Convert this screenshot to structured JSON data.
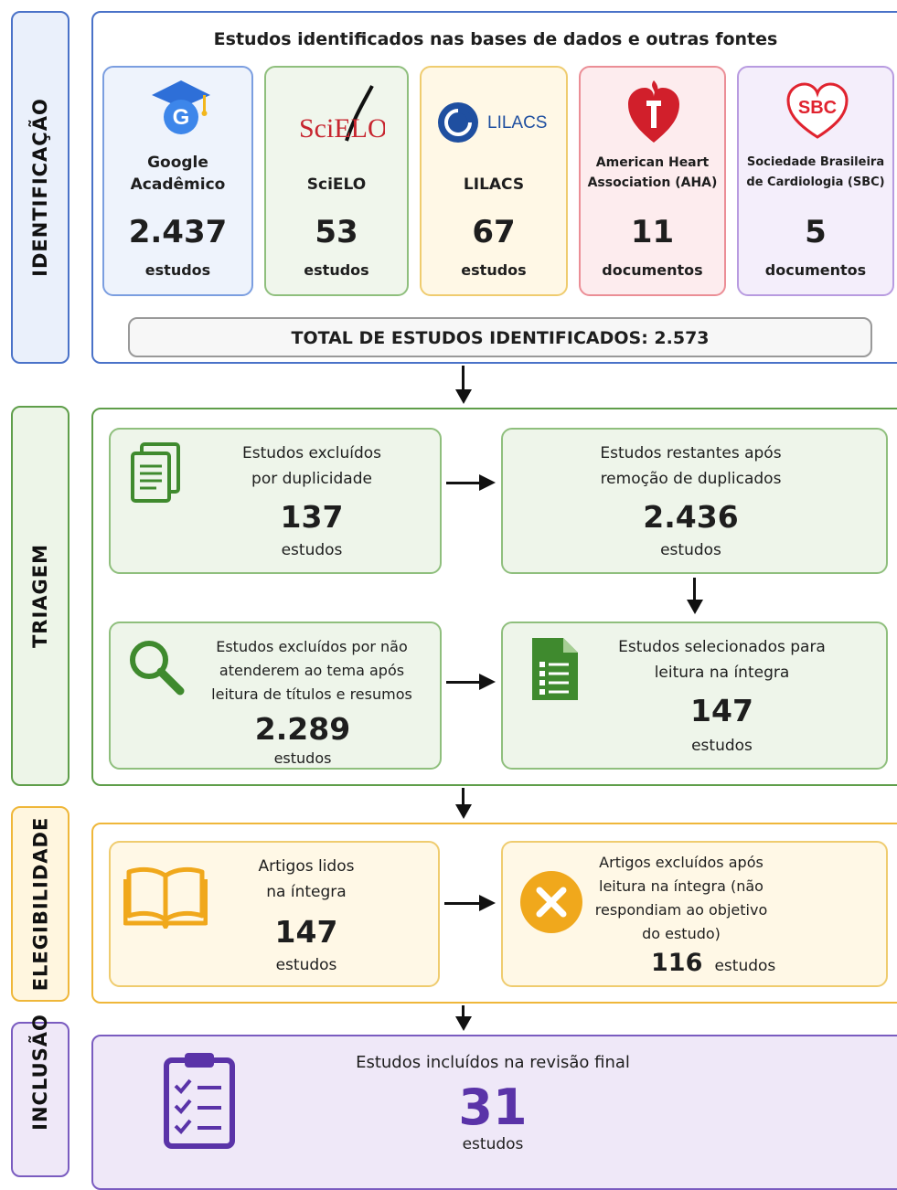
{
  "colors": {
    "id_border": "#4a72c8",
    "triage_border": "#5f9e4a",
    "elig_border": "#efb73a",
    "incl_border": "#7a5cc0",
    "google_bg": "#eef3fc",
    "scielo_bg": "#f0f6ec",
    "lilacs_bg": "#fff8e6",
    "aha_bg": "#fdecee",
    "sbc_bg": "#f4eefb",
    "triage_card_bg": "#eef5ea",
    "elig_card_bg": "#fff8e6",
    "incl_bg": "#efe8f8"
  },
  "labels": {
    "identificacao": "IDENTIFICAÇÃO",
    "triagem": "TRIAGEM",
    "elegibilidade": "ELEGIBILIDADE",
    "inclusao": "INCLUSÃO"
  },
  "identificacao": {
    "header": "Estudos identificados nas bases de dados e outras fontes",
    "sources": [
      {
        "icon": "graduation-cap-g-icon",
        "name_line1": "Google",
        "name_line2": "Acadêmico",
        "count": "2.437",
        "unit": "estudos"
      },
      {
        "icon": "scielo-logo-icon",
        "logo_text": "SciELO",
        "name_line1": "SciELO",
        "name_line2": "",
        "count": "53",
        "unit": "estudos"
      },
      {
        "icon": "lilacs-logo-icon",
        "logo_text": "LILACS",
        "name_line1": "LILACS",
        "name_line2": "",
        "count": "67",
        "unit": "estudos"
      },
      {
        "icon": "heart-torch-icon",
        "name_line1": "American Heart",
        "name_line2": "Association (AHA)",
        "count": "11",
        "unit": "documentos"
      },
      {
        "icon": "sbc-heart-logo-icon",
        "logo_text": "SBC",
        "name_line1": "Sociedade Brasileira",
        "name_line2": "de Cardiologia (SBC)",
        "count": "5",
        "unit": "documentos"
      }
    ],
    "total": "TOTAL DE ESTUDOS IDENTIFICADOS: 2.573"
  },
  "triagem": {
    "dup_excluded": {
      "icon": "documents-icon",
      "line1": "Estudos excluídos",
      "line2": "por duplicidade",
      "count": "137",
      "unit": "estudos"
    },
    "remaining": {
      "line1": "Estudos restantes após",
      "line2": "remoção de duplicados",
      "count": "2.436",
      "unit": "estudos"
    },
    "topic_excluded": {
      "icon": "magnifier-icon",
      "line1": "Estudos excluídos por não",
      "line2": "atenderem ao tema após",
      "line3": "leitura de títulos e resumos",
      "count": "2.289",
      "unit": "estudos"
    },
    "selected": {
      "icon": "checklist-sheet-icon",
      "line1": "Estudos selecionados para",
      "line2": "leitura na íntegra",
      "count": "147",
      "unit": "estudos"
    }
  },
  "elegibilidade": {
    "read": {
      "icon": "open-book-icon",
      "line1": "Artigos lidos",
      "line2": "na íntegra",
      "count": "147",
      "unit": "estudos"
    },
    "excluded": {
      "icon": "x-circle-icon",
      "line1": "Artigos excluídos após",
      "line2": "leitura na íntegra (não",
      "line3": "respondiam ao objetivo",
      "line4": "do estudo)",
      "count": "116",
      "unit": "estudos"
    }
  },
  "inclusao": {
    "icon": "clipboard-checklist-icon",
    "line1": "Estudos incluídos na revisão final",
    "count": "31",
    "unit": "estudos"
  }
}
